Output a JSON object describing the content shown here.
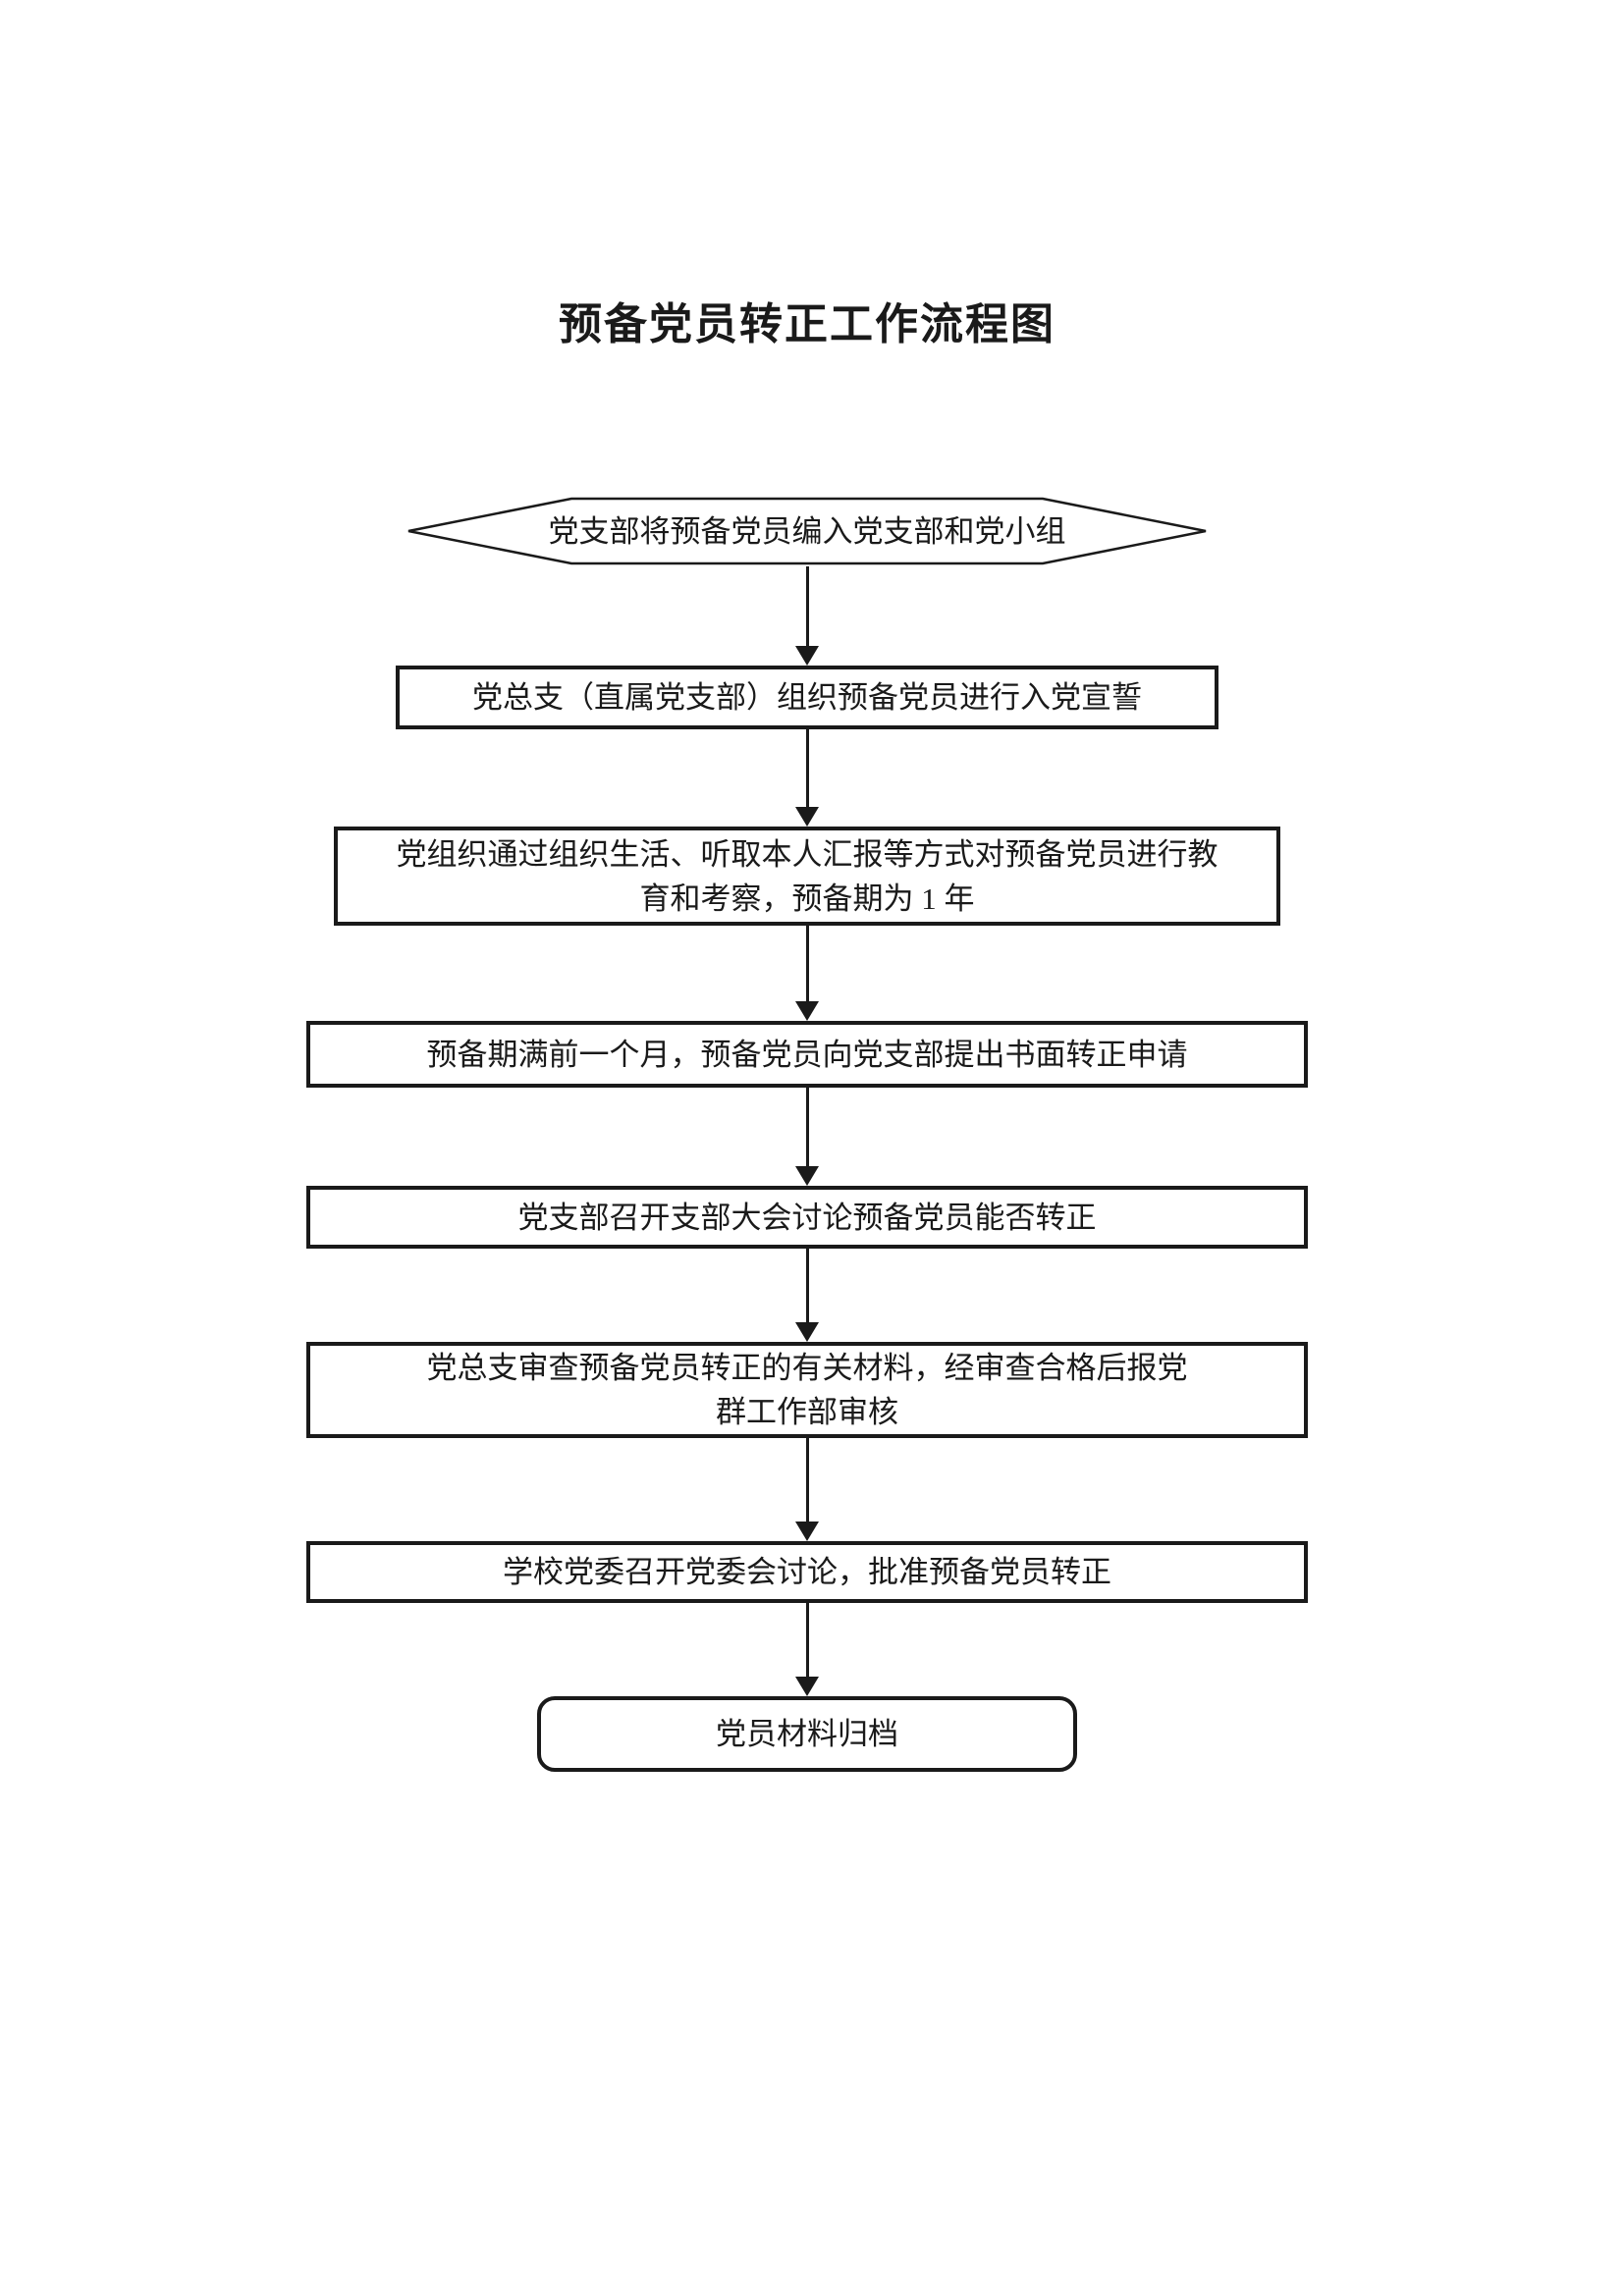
{
  "page": {
    "title": "预备党员转正工作流程图",
    "background_color": "#ffffff",
    "line_color": "#1a1a1a"
  },
  "flowchart": {
    "connector_style": "solid-arrow-down",
    "steps": [
      {
        "id": 1,
        "shape": "hexagon",
        "text": "党支部将预备党员编入党支部和党小组"
      },
      {
        "id": 2,
        "shape": "rectangle",
        "lines": [
          "党总支（直属党支部）组织预备党员进行入党宣誓"
        ]
      },
      {
        "id": 3,
        "shape": "rectangle",
        "lines": [
          "党组织通过组织生活、听取本人汇报等方式对预备党员进行教",
          "育和考察，预备期为 1 年"
        ]
      },
      {
        "id": 4,
        "shape": "rectangle",
        "lines": [
          "预备期满前一个月，预备党员向党支部提出书面转正申请"
        ]
      },
      {
        "id": 5,
        "shape": "rectangle",
        "lines": [
          "党支部召开支部大会讨论预备党员能否转正"
        ]
      },
      {
        "id": 6,
        "shape": "rectangle",
        "lines": [
          "党总支审查预备党员转正的有关材料，经审查合格后报党",
          "群工作部审核"
        ]
      },
      {
        "id": 7,
        "shape": "rectangle",
        "lines": [
          "学校党委召开党委会讨论，批准预备党员转正"
        ]
      },
      {
        "id": 8,
        "shape": "rounded-rectangle",
        "lines": [
          "党员材料归档"
        ]
      }
    ]
  }
}
